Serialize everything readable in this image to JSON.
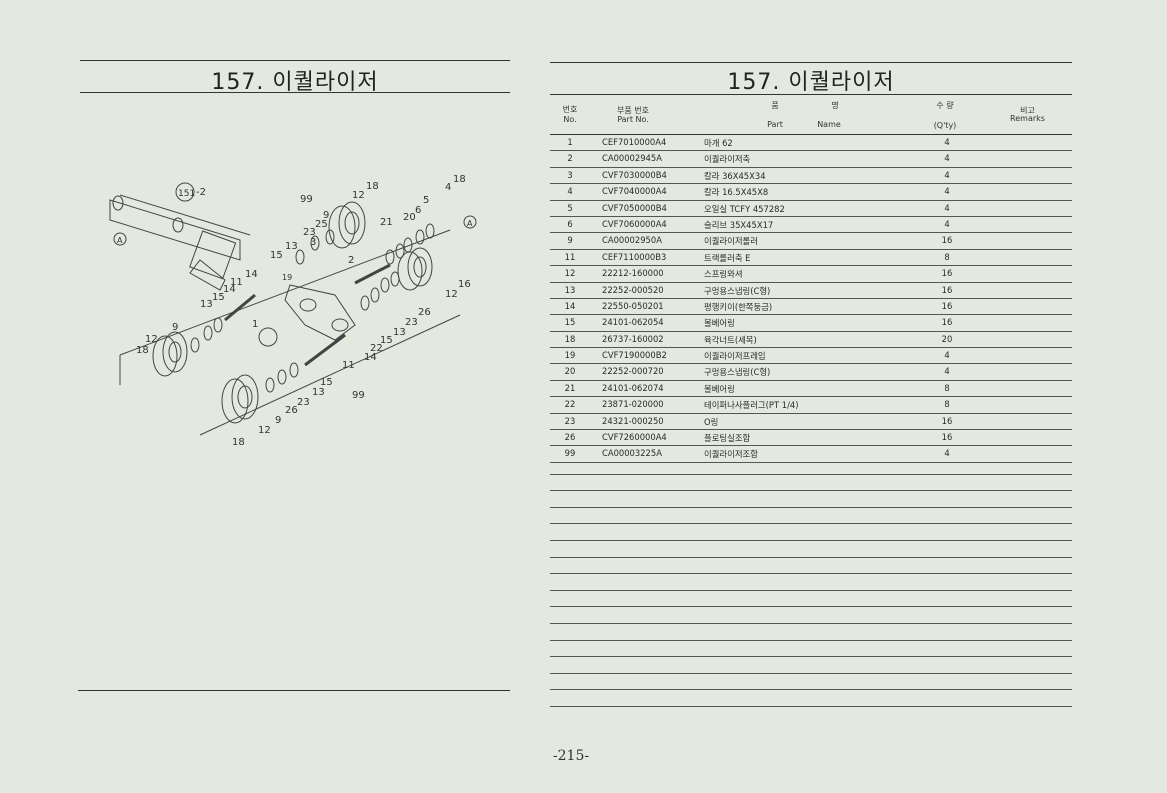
{
  "left_page": {
    "title": "157. 이퀄라이저",
    "labels": {
      "l151": "151",
      "l2a": "-2",
      "lA1": "A",
      "l99a": "99",
      "l12a": "12",
      "l18a": "18",
      "l4": "4",
      "l18b": "18",
      "lA2": "A",
      "l9a": "9",
      "l25a": "25",
      "l23a": "23",
      "l3a": "3",
      "l21a": "21",
      "l20": "20",
      "l6": "6",
      "l5": "5",
      "l15a": "15",
      "l13a": "13",
      "l2b": "2",
      "l19": "19",
      "l14a": "14",
      "l11a": "11",
      "l14b": "14",
      "l16": "16",
      "l12b": "12",
      "l13b": "13",
      "l15b": "15",
      "l9b": "9",
      "l12c": "12",
      "l18c": "18",
      "l1": "1",
      "l13c": "13",
      "l23b": "23",
      "l26a": "26",
      "l15c": "15",
      "l22": "22",
      "l14c": "14",
      "l11b": "11",
      "l99b": "99",
      "l23c": "23",
      "l13d": "13",
      "l15d": "15",
      "l26b": "26",
      "l9c": "9",
      "l12d": "12",
      "l18d": "18"
    }
  },
  "right_page": {
    "title": "157. 이퀄라이저",
    "header": {
      "no_kr": "번호",
      "no_en": "No.",
      "part_kr": "부품 번호",
      "part_en": "Part   No.",
      "name_kr1": "품",
      "name_kr2": "명",
      "name_en1": "Part",
      "name_en2": "Name",
      "qty_kr": "수  량",
      "qty_en": "(Q'ty)",
      "remarks_kr": "비고",
      "remarks_en": "Remarks"
    },
    "rows": [
      {
        "no": "1",
        "part": "CEF7010000A4",
        "name": "마개 62",
        "qty": "4"
      },
      {
        "no": "2",
        "part": "CA00002945A",
        "name": "이퀄라이저축",
        "qty": "4"
      },
      {
        "no": "3",
        "part": "CVF7030000B4",
        "name": "칼라 36X45X34",
        "qty": "4"
      },
      {
        "no": "4",
        "part": "CVF7040000A4",
        "name": "칼라 16.5X45X8",
        "qty": "4"
      },
      {
        "no": "5",
        "part": "CVF7050000B4",
        "name": "오일실 TCFY 457282",
        "qty": "4"
      },
      {
        "no": "6",
        "part": "CVF7060000A4",
        "name": "슬리브 35X45X17",
        "qty": "4"
      },
      {
        "no": "9",
        "part": "CA00002950A",
        "name": "이퀄라이저롤러",
        "qty": "16"
      },
      {
        "no": "11",
        "part": "CEF7110000B3",
        "name": "트랙롤러축 E",
        "qty": "8"
      },
      {
        "no": "12",
        "part": "22212-160000",
        "name": "스프링와셔",
        "qty": "16"
      },
      {
        "no": "13",
        "part": "22252-000520",
        "name": "구멍용스냅링(C형)",
        "qty": "16"
      },
      {
        "no": "14",
        "part": "22550-050201",
        "name": "평행키이(한쪽둥금)",
        "qty": "16"
      },
      {
        "no": "15",
        "part": "24101-062054",
        "name": "볼베어링",
        "qty": "16"
      },
      {
        "no": "18",
        "part": "26737-160002",
        "name": "육각너트(세목)",
        "qty": "20"
      },
      {
        "no": "19",
        "part": "CVF7190000B2",
        "name": "이퀄라이저프레임",
        "qty": "4"
      },
      {
        "no": "20",
        "part": "22252-000720",
        "name": "구멍용스냅링(C형)",
        "qty": "4"
      },
      {
        "no": "21",
        "part": "24101-062074",
        "name": "볼베어링",
        "qty": "8"
      },
      {
        "no": "22",
        "part": "23871-020000",
        "name": "테이퍼나사플러그(PT 1/4)",
        "qty": "8"
      },
      {
        "no": "23",
        "part": "24321-000250",
        "name": "O링",
        "qty": "16"
      },
      {
        "no": "26",
        "part": "CVF7260000A4",
        "name": "플로팅실조합",
        "qty": "16"
      },
      {
        "no": "99",
        "part": "CA00003225A",
        "name": "이퀄라이저조합",
        "qty": "4"
      }
    ]
  },
  "page_number": "-215-"
}
